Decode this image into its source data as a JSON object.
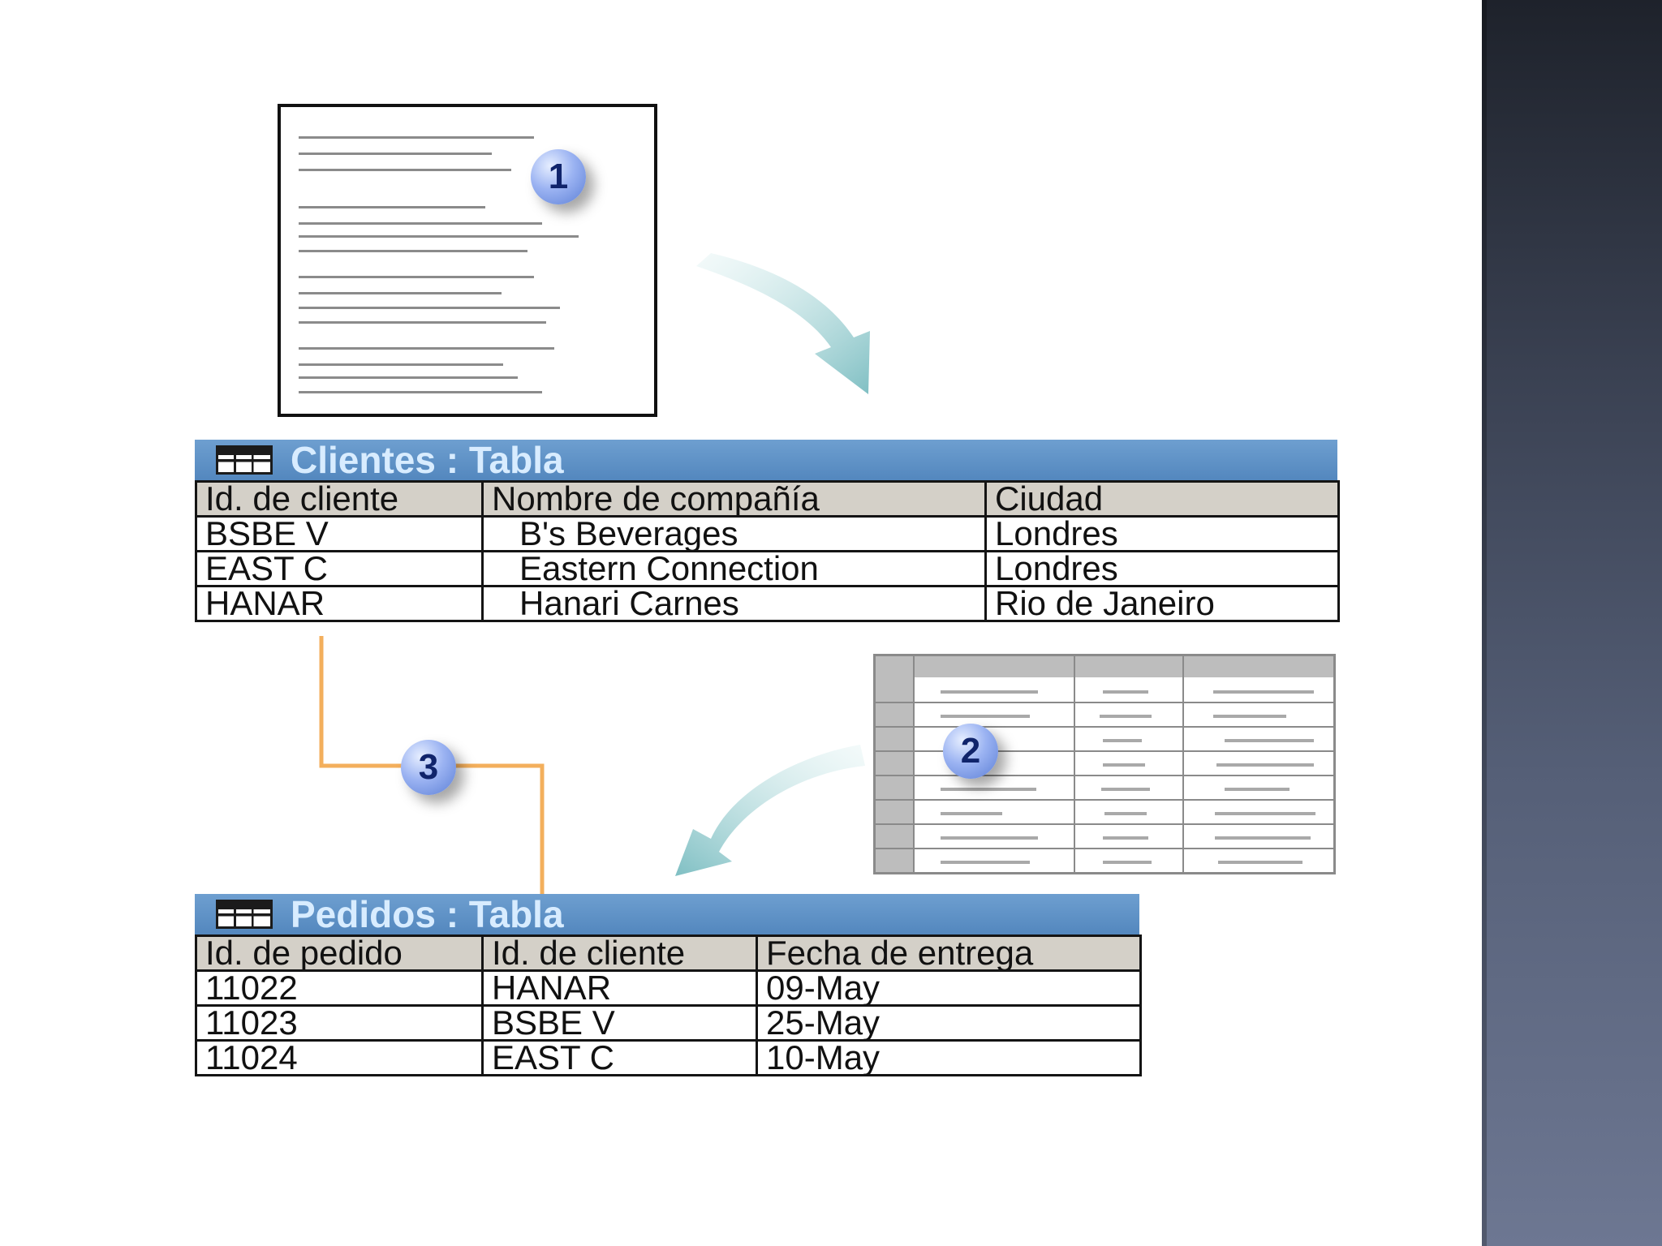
{
  "callouts": {
    "one": "1",
    "two": "2",
    "three": "3"
  },
  "clientes": {
    "title": "Clientes : Tabla",
    "columns": [
      "Id. de cliente",
      "Nombre de compañía",
      "Ciudad"
    ],
    "rows": [
      [
        "BSBE V",
        "B's Beverages",
        "Londres"
      ],
      [
        "EAST C",
        "Eastern Connection",
        "Londres"
      ],
      [
        "HANAR",
        "Hanari Carnes",
        "Rio de Janeiro"
      ]
    ]
  },
  "pedidos": {
    "title": "Pedidos : Tabla",
    "columns": [
      "Id. de pedido",
      "Id. de cliente",
      "Fecha de entrega"
    ],
    "rows": [
      [
        "11022",
        "HANAR",
        "09-May"
      ],
      [
        "11023",
        "BSBE V",
        "25-May"
      ],
      [
        "11024",
        "EAST C",
        "10-May"
      ]
    ]
  },
  "colors": {
    "title_bar": "#5a8ec4",
    "title_text": "#d8ecff",
    "header_cell": "#d4d0c8",
    "arrow": "#8ec9cc",
    "relation_line": "#f2a64a",
    "callout_fill": "#8fa9ee",
    "side_panel": "#3a4152"
  },
  "icons": {
    "table": "table-grid-icon",
    "arrow": "curved-arrow",
    "document": "document-page"
  }
}
